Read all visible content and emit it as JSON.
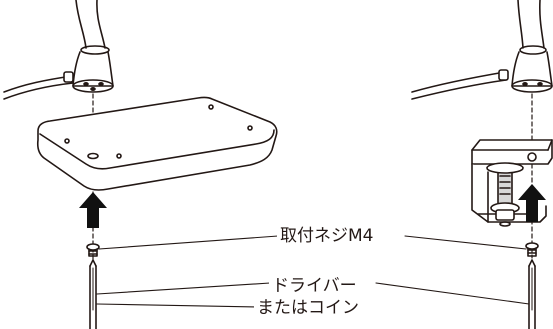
{
  "labels": {
    "screw": "取付ネジM4",
    "driver_line1": "ドライバー",
    "driver_line2": "またはコイン"
  },
  "colors": {
    "stroke": "#231815",
    "arrow": "#111111",
    "background": "#ffffff"
  }
}
